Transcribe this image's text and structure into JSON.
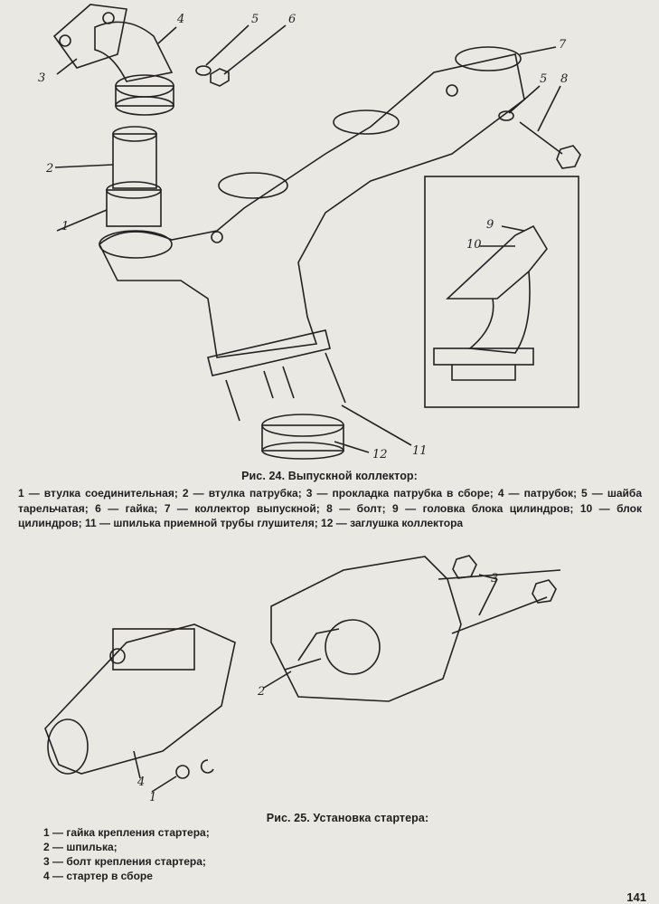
{
  "fig24": {
    "caption": "Рис. 24. Выпускной коллектор:",
    "legend": "1 — втулка соединительная; 2 — втулка патрубка; 3 — прокладка патрубка в сборе; 4 — патрубок; 5 — шайба тарельчатая; 6 — гайка; 7 — коллектор выпускной; 8 — болт; 9 — головка блока цилиндров; 10 — блок цилиндров; 11 — шпилька приемной трубы глушителя; 12 — заглушка коллектора",
    "callouts": [
      "1",
      "2",
      "3",
      "4",
      "5",
      "6",
      "7",
      "5",
      "8",
      "9",
      "10",
      "11",
      "12"
    ]
  },
  "fig25": {
    "caption": "Рис. 25. Установка стартера:",
    "legend": [
      "1 — гайка крепления стартера;",
      "2 — шпилька;",
      "3 — болт крепления стартера;",
      "4 — стартер в сборе"
    ],
    "callouts": [
      "1",
      "2",
      "3",
      "4"
    ]
  },
  "page_number": "141"
}
